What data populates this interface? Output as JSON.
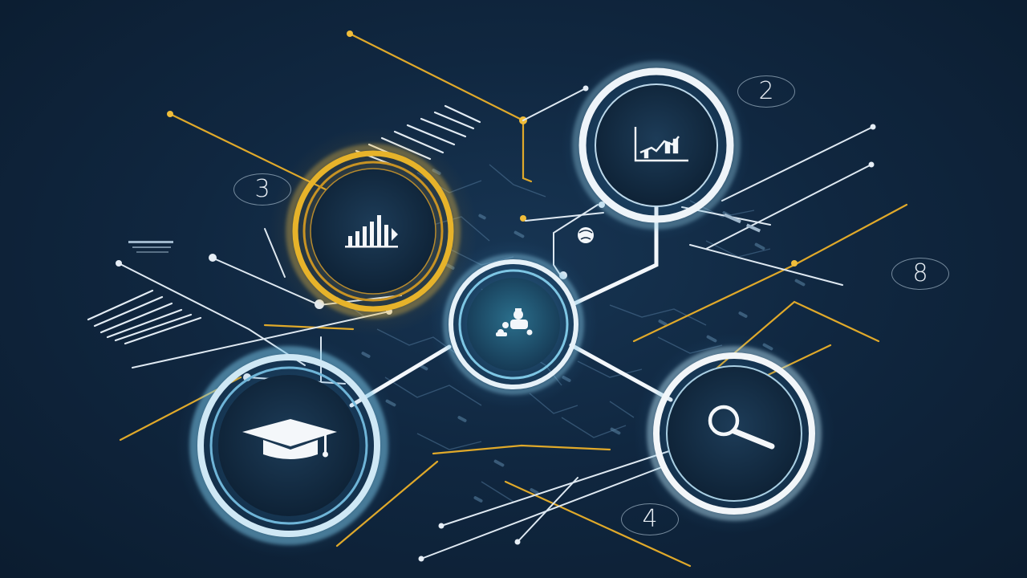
{
  "step_labels": [
    {
      "id": "step-2",
      "text": "2"
    },
    {
      "id": "step-3",
      "text": "3"
    },
    {
      "id": "step-8",
      "text": "8"
    },
    {
      "id": "step-4",
      "text": "4"
    }
  ],
  "nodes": {
    "top_white": {
      "icon": "line-chart-icon",
      "ring_color": "#e6eef6"
    },
    "left_gold": {
      "icon": "bar-chart-icon",
      "ring_color": "#e7b32a"
    },
    "center_hub": {
      "icon": "cluster-icon",
      "ring_color": "#9fd3ea"
    },
    "bottom_left": {
      "icon": "graduation-cap-icon",
      "ring_color": "#cfe8f5"
    },
    "bottom_right": {
      "icon": "magnifier-icon",
      "ring_color": "#f2f6f9"
    }
  },
  "colors": {
    "background": "#102740",
    "gold": "#e0a92a",
    "white_line": "#dfe9f2",
    "cyan_glow": "#7cc9ec"
  }
}
